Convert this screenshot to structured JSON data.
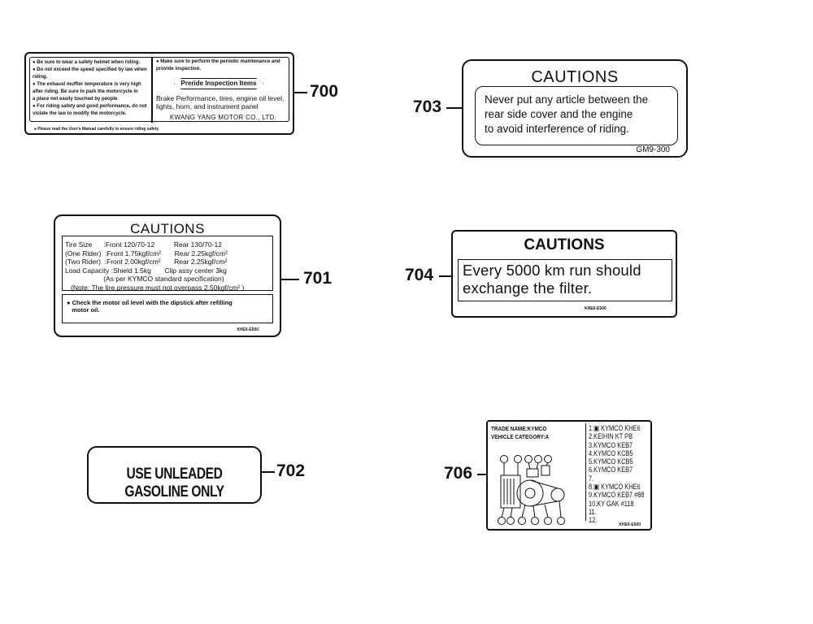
{
  "labels": {
    "l700": {
      "callout": "700",
      "left_bullets": [
        "● Be sure to wear a safety helmet when riding.",
        "● Do not exceed the speed specified by law when",
        "   riding.",
        "● The exhaust muffler temperature is very high",
        "   after riding. Be sure to park the motorcycle in",
        "   a place not easily touched by people.",
        "● For riding safety and good performance, do not",
        "   violate the law to modify the motorcycle."
      ],
      "right_bullet": "● Make sure to perform the periodic maintenance and provide inspection.",
      "preride_label": "Preride Inspection Items",
      "brake_line_1": "Brake Performance, tires, engine oil level,",
      "brake_line_2": "lights, horn, and instrument panel",
      "maker": "KWANG YANG MOTOR CO., LTD.",
      "bottom_note": "● Please read the User's Manual carefully to ensure riding safety"
    },
    "l701": {
      "callout": "701",
      "title": "CAUTIONS",
      "spec_text": "Tire Size      :Front 120/70-12          Rear 130/70-12\n(One Rider)  :Front 1.75kgf/cm²       Rear 2.25kgf/cm²\n(Two Rider)  :Front 2.00kgf/cm²       Rear 2.25kgf/cm²\nLoad Capacity :Shield 1.5kg       Clip assy center 3kg\n                    (As per KYMCO standard specification)\n   (Note: The tire pressure must not overpass 2.50kgf/cm² )",
      "check_note": "● Check the motor oil level with the dipstick after refilling\n   motor oil.",
      "code": "KHE6-E500"
    },
    "l702": {
      "callout": "702",
      "text": "USE UNLEADED GASOLINE ONLY"
    },
    "l703": {
      "callout": "703",
      "title": "CAUTIONS",
      "body": "Never put any article between the\nrear side cover and the engine\nto avoid interference of riding.",
      "code": "GM9-300"
    },
    "l704": {
      "callout": "704",
      "title": "CAUTIONS",
      "body": "Every 5000 km run should\nexchange the filter.",
      "code": "KHE6-E500"
    },
    "l706": {
      "callout": "706",
      "head": "TRADE NAME:KYMCO\nVEHICLE CATEGORY:A",
      "list": "1.▣ KYMCO KHE6\n2.KEIHIN KT PB\n3.KYMCO KEB7\n4.KYMCO KCB5\n5.KYMCO KCB5\n6.KYMCO KEB7\n7.\n8.▣ KYMCO KHE6\n9.KYMCO KEB7 #88\n10.KY GAK #118\n11.\n12.",
      "code": "KHE6-E500"
    }
  }
}
